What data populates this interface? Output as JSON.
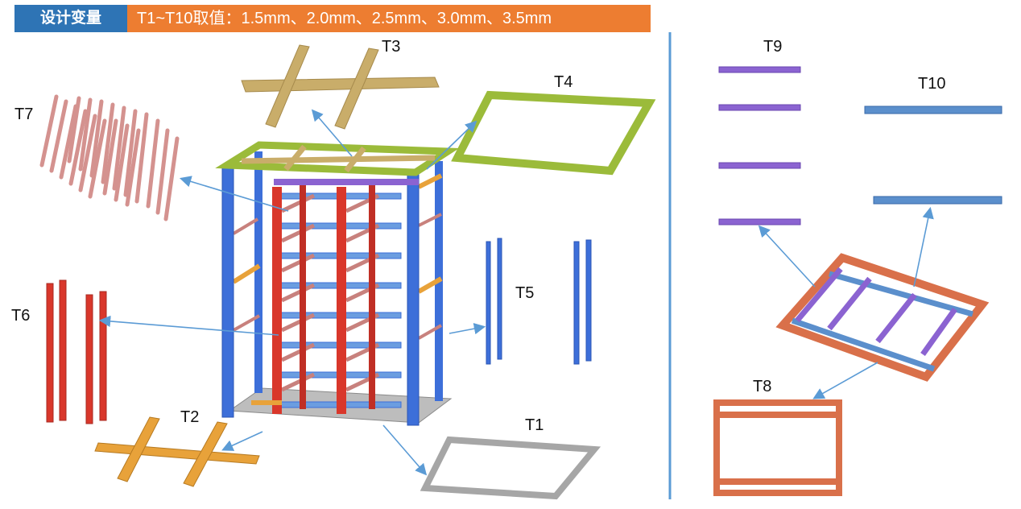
{
  "banner": {
    "tag": "设计变量",
    "text": "T1~T10取值：1.5mm、2.0mm、2.5mm、3.0mm、3.5mm"
  },
  "labels": {
    "t1": "T1",
    "t2": "T2",
    "t3": "T3",
    "t4": "T4",
    "t5": "T5",
    "t6": "T6",
    "t7": "T7",
    "t8": "T8",
    "t9": "T9",
    "t10": "T10"
  },
  "colors": {
    "banner_tag": "#2e74b5",
    "banner_text": "#ed7d31",
    "divider": "#5b9bd5",
    "arrow": "#5b9bd5",
    "t1_gray": "#a6a6a6",
    "t2_orange": "#e8a23a",
    "t3_tan": "#c9ad6a",
    "t4_green": "#9bbb3a",
    "t5_blue": "#3d6fd9",
    "t6_red": "#d9372b",
    "t7_pink": "#d4928f",
    "t8_orange": "#d9704a",
    "t9_purple": "#8b63d1",
    "t10_blue": "#5b8fcc"
  }
}
